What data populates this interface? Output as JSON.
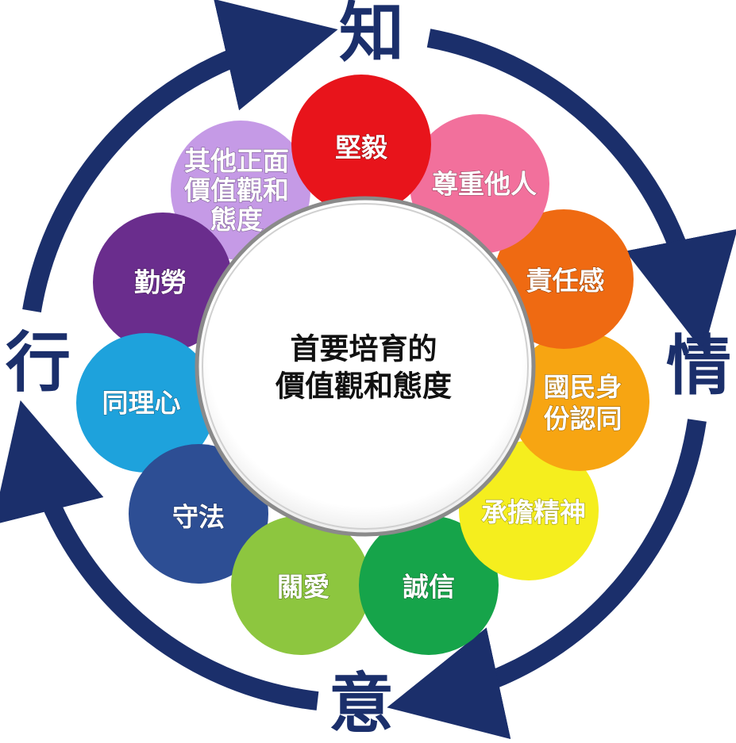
{
  "center": {
    "lines": [
      "首要培育的",
      "價值觀和態度"
    ]
  },
  "cycle": {
    "color": "#1b2f6b",
    "labels": [
      {
        "key": "know",
        "text": "知"
      },
      {
        "key": "feel",
        "text": "情"
      },
      {
        "key": "will",
        "text": "意"
      },
      {
        "key": "act",
        "text": "行"
      }
    ]
  },
  "petals": [
    {
      "key": "perseverance",
      "lines": [
        "堅毅"
      ],
      "color": "#e8141b"
    },
    {
      "key": "respect",
      "lines": [
        "尊重他人"
      ],
      "color": "#f2709c"
    },
    {
      "key": "responsibility",
      "lines": [
        "責任感"
      ],
      "color": "#ef6a12"
    },
    {
      "key": "national-identity",
      "lines": [
        "國民身",
        "份認同"
      ],
      "color": "#f7a512"
    },
    {
      "key": "commitment",
      "lines": [
        "承擔精神"
      ],
      "color": "#f5ee1e"
    },
    {
      "key": "integrity",
      "lines": [
        "誠信"
      ],
      "color": "#16a44a"
    },
    {
      "key": "care",
      "lines": [
        "關愛"
      ],
      "color": "#8dc63f"
    },
    {
      "key": "law-abiding",
      "lines": [
        "守法"
      ],
      "color": "#2d4e94"
    },
    {
      "key": "empathy",
      "lines": [
        "同理心"
      ],
      "color": "#1ea2dc"
    },
    {
      "key": "diligence",
      "lines": [
        "勤勞"
      ],
      "color": "#6a2d8d"
    },
    {
      "key": "other-values",
      "lines": [
        "其他正面",
        "價值觀和",
        "態度"
      ],
      "color": "#c59ae6"
    }
  ]
}
